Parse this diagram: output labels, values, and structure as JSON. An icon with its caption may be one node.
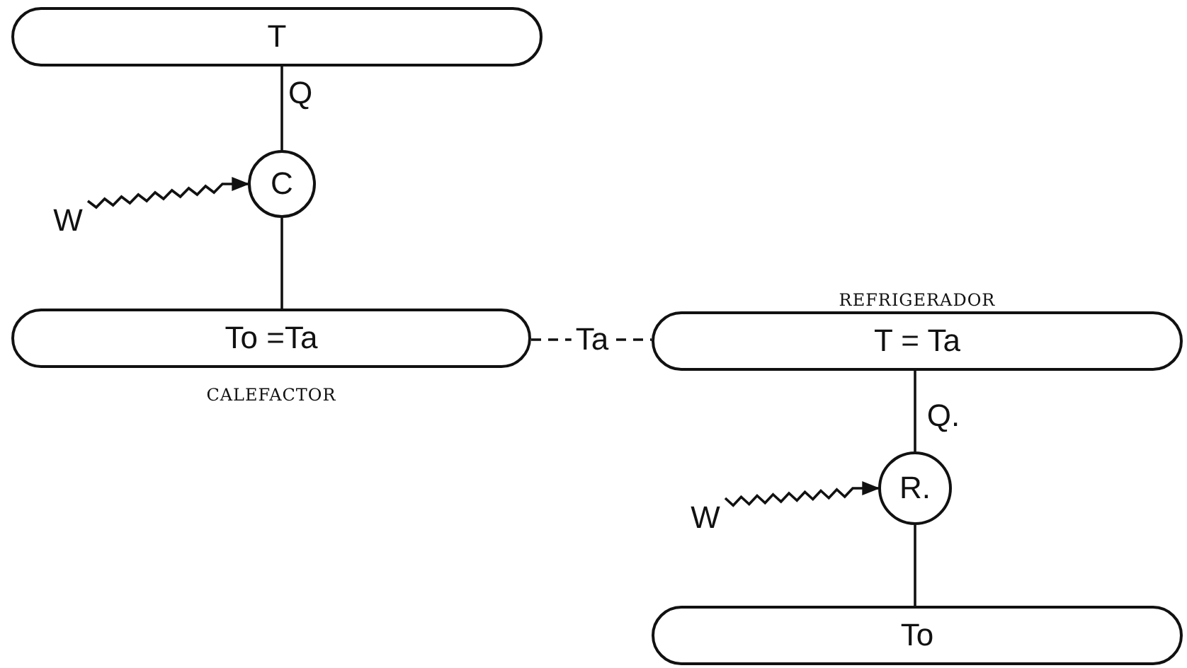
{
  "diagram": {
    "nodes": [
      {
        "text": [
          "T"
        ]
      },
      {
        "text": [
          "C"
        ]
      },
      {
        "text": [
          "W"
        ]
      },
      {
        "text": [
          "To =Ta"
        ],
        "beside": [
          "CALEFACTOR"
        ]
      },
      {
        "text": [
          "T = Ta"
        ],
        "beside": [
          "REFRIGERADOR"
        ]
      },
      {
        "text": [
          "R."
        ]
      },
      {
        "text": [
          "W"
        ]
      },
      {
        "text": [
          "To"
        ]
      }
    ],
    "edges": [
      {
        "from": 0,
        "to": 1,
        "arrow": "none",
        "label": "Q"
      },
      {
        "from": 2,
        "to": 1,
        "arrow": "to"
      },
      {
        "from": 1,
        "to": 3,
        "arrow": "none"
      },
      {
        "from": 3,
        "to": 4,
        "arrow": "none",
        "label": "Ta",
        "style": "dashed"
      },
      {
        "from": 4,
        "to": 5,
        "arrow": "none",
        "label": "Q."
      },
      {
        "from": 6,
        "to": 5,
        "arrow": "to"
      },
      {
        "from": 5,
        "to": 7,
        "arrow": "none"
      }
    ]
  }
}
